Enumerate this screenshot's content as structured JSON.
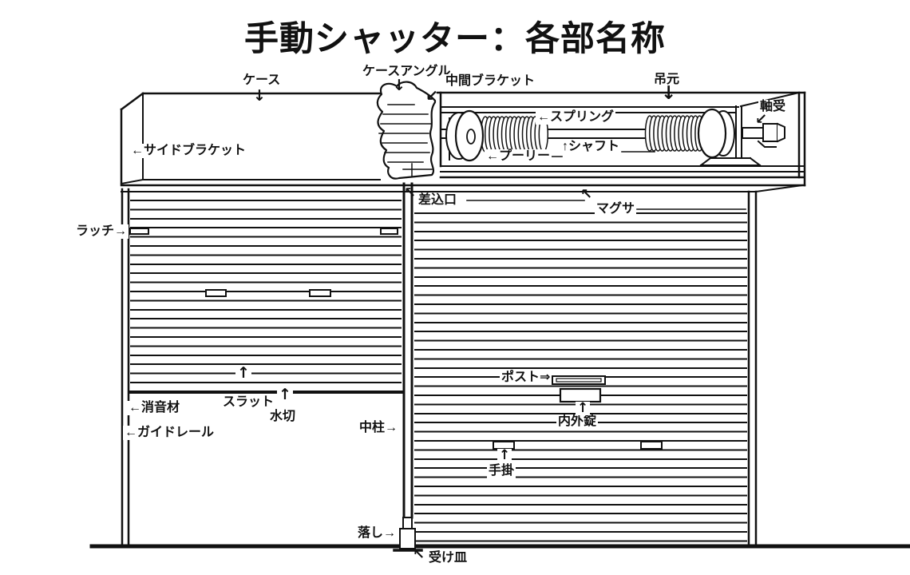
{
  "title": "手動シャッター：各部名称",
  "labels": {
    "case": {
      "text": "ケース",
      "arrow": "↓"
    },
    "case_angle": {
      "text": "ケースアングル",
      "arrow": "↓"
    },
    "middle_bracket": {
      "text": "中間ブラケット",
      "arrow": "↙"
    },
    "hanging_base": {
      "text": "吊元",
      "arrow": "↓"
    },
    "bearing": {
      "text": "軸受",
      "arrow": "↙"
    },
    "spring": {
      "text": "←スプリング"
    },
    "shaft": {
      "text": "↑シャフト"
    },
    "pulley": {
      "text": "←プーリー"
    },
    "side_bracket": {
      "text": "←サイドブラケット"
    },
    "insertion_slot": {
      "text": "差込口",
      "arrow": "↖"
    },
    "lintel": {
      "text": "マグサ",
      "arrow": "↖"
    },
    "latch": {
      "text": "ラッチ→"
    },
    "sound_damper": {
      "text": "←消音材"
    },
    "guide_rail": {
      "text": "←ガイドレール"
    },
    "slat": {
      "text": "スラット",
      "arrow": "↑"
    },
    "water_drip": {
      "text": "水切",
      "arrow": "↑"
    },
    "center_pillar": {
      "text": "中柱→"
    },
    "post_slot": {
      "text": "ポスト⇒"
    },
    "inside_outside_lock": {
      "text": "内外錠",
      "arrow": "↑"
    },
    "hand_grip": {
      "text": "手掛",
      "arrow": "↑"
    },
    "drop_bolt": {
      "text": "落し→"
    },
    "receiving_tray": {
      "text": "受け皿",
      "arrow": "↖"
    }
  },
  "colors": {
    "line": "#111111",
    "background": "#ffffff"
  }
}
